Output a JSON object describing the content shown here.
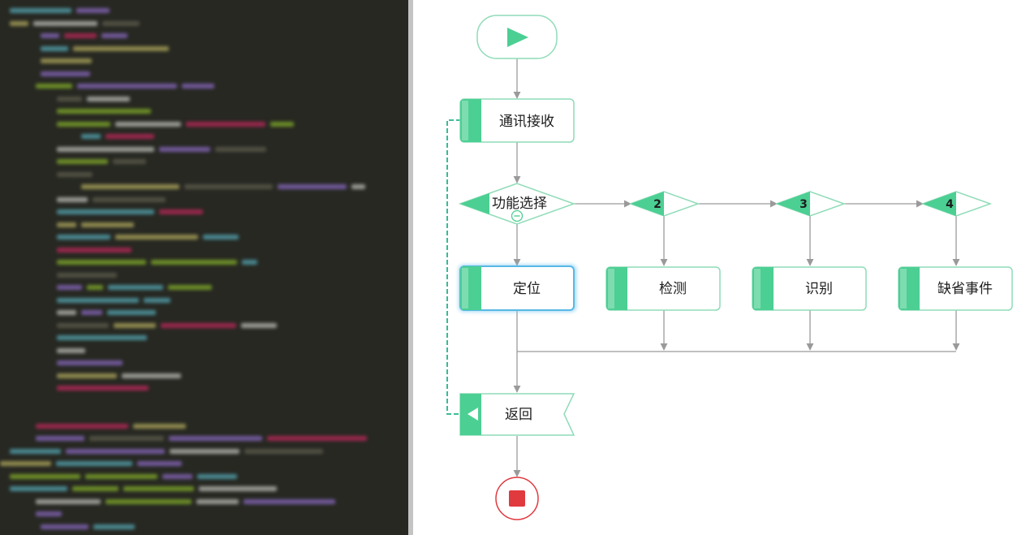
{
  "code_panel": {
    "content": "blurred source code",
    "theme_background": "#272822"
  },
  "flowchart": {
    "colors": {
      "accent": "#4ccf93",
      "accent_light": "#7ddcb0",
      "border": "#8fdcb8",
      "arrow": "#9a9a9a",
      "loop_line": "#24b38a",
      "stop": "#e0393e",
      "stop_border": "#e0393e",
      "selected_glow": "#7fc8ee"
    },
    "start_icon": "play-triangle-icon",
    "stop_icon": "stop-square-icon",
    "receive": {
      "label": "通讯接收"
    },
    "select": {
      "label": "功能选择",
      "collapse_icon": "minus-circle-icon"
    },
    "branches": [
      {
        "label": "定位",
        "selected": true
      },
      {
        "number": "2",
        "label": "检测"
      },
      {
        "number": "3",
        "label": "识别"
      },
      {
        "number": "4",
        "label": "缺省事件"
      }
    ],
    "return": {
      "label": "返回"
    }
  }
}
